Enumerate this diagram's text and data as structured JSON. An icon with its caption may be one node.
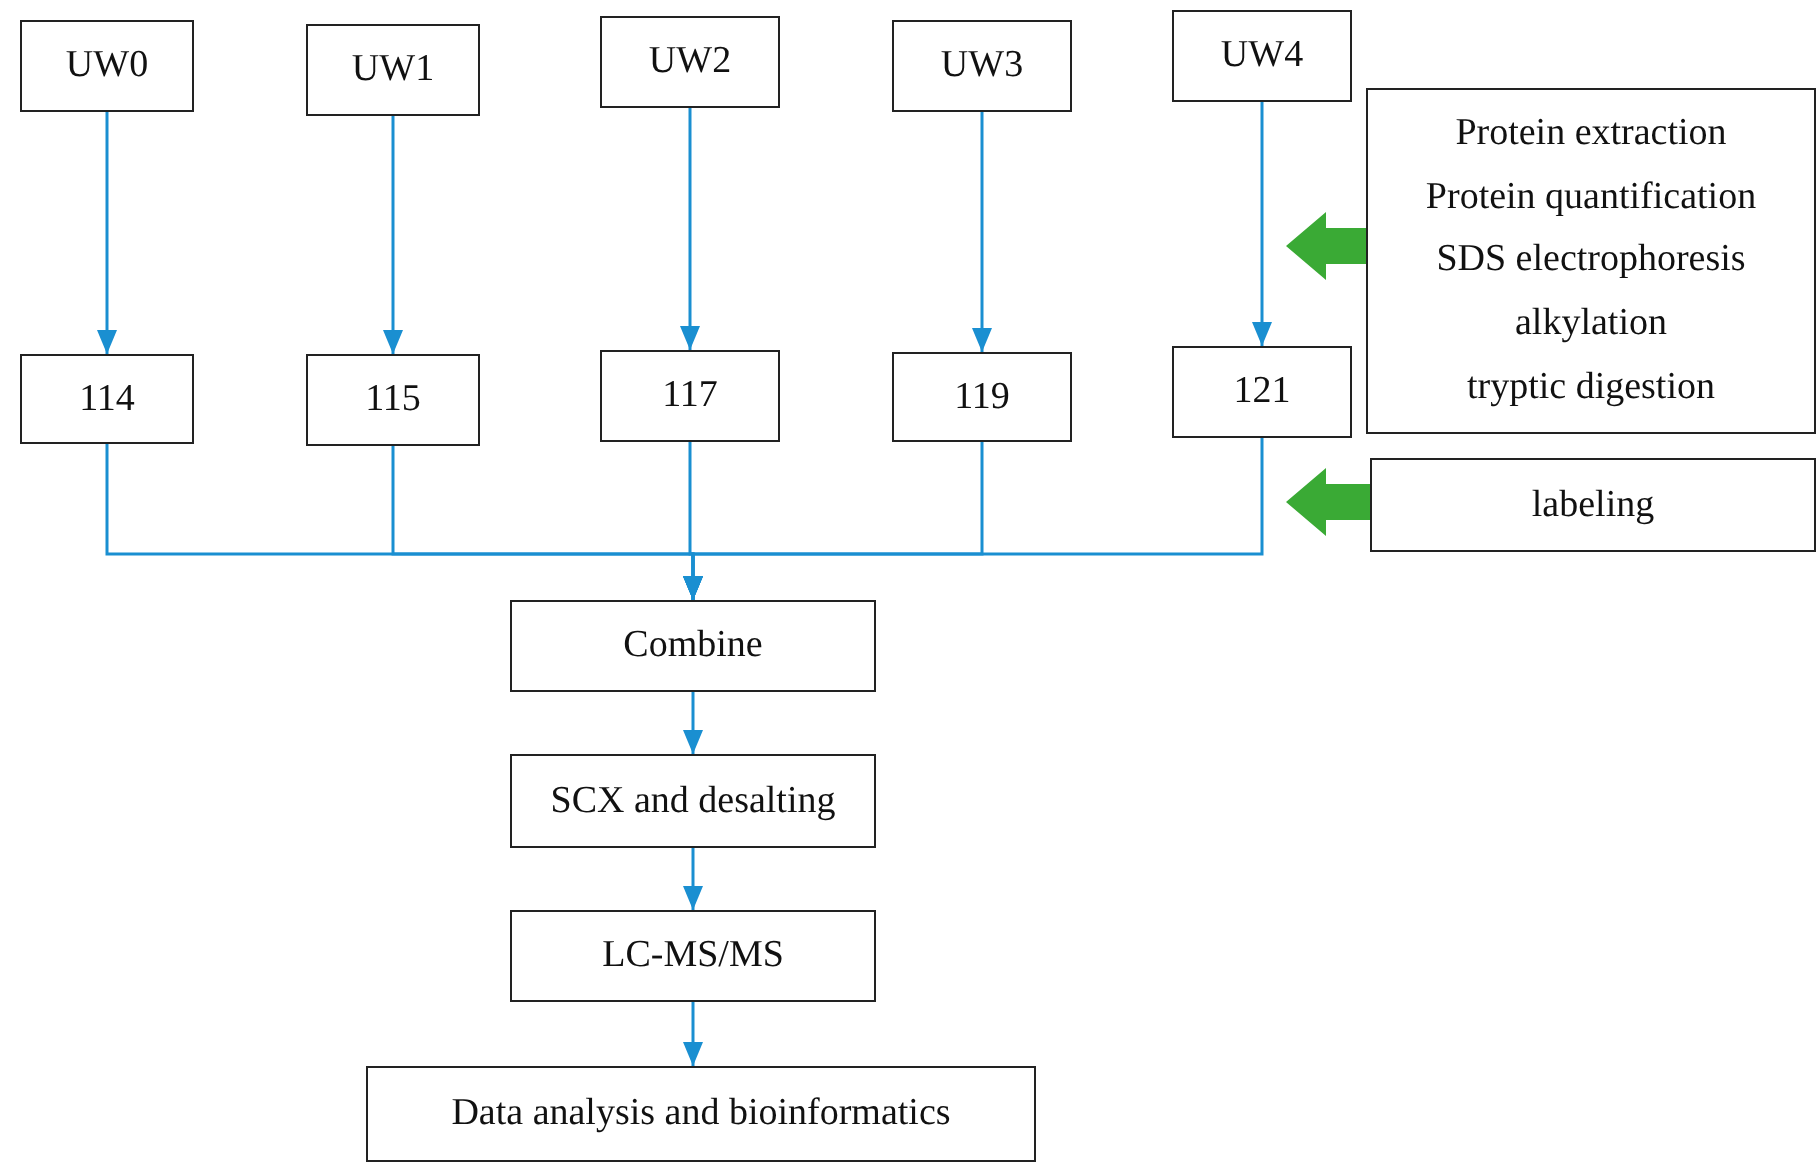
{
  "diagram": {
    "nodes": [
      {
        "text": [
          "UW0"
        ]
      },
      {
        "text": [
          "UW1"
        ]
      },
      {
        "text": [
          "UW2"
        ]
      },
      {
        "text": [
          "UW3"
        ]
      },
      {
        "text": [
          "UW4"
        ]
      },
      {
        "text": [
          "114"
        ]
      },
      {
        "text": [
          "115"
        ]
      },
      {
        "text": [
          "117"
        ]
      },
      {
        "text": [
          "119"
        ]
      },
      {
        "text": [
          "121"
        ]
      },
      {
        "text": [
          "Combine"
        ]
      },
      {
        "text": [
          "SCX and desalting"
        ]
      },
      {
        "text": [
          "LC-MS/MS"
        ]
      },
      {
        "text": [
          "Data analysis and bioinformatics"
        ]
      },
      {
        "text": [
          "Protein extraction",
          "Protein quantification",
          "SDS electrophoresis",
          "alkylation",
          "tryptic digestion"
        ]
      },
      {
        "text": [
          "labeling"
        ]
      }
    ],
    "edges": [
      {
        "from": 0,
        "to": 5,
        "arrow": "to"
      },
      {
        "from": 1,
        "to": 6,
        "arrow": "to"
      },
      {
        "from": 2,
        "to": 7,
        "arrow": "to"
      },
      {
        "from": 3,
        "to": 8,
        "arrow": "to"
      },
      {
        "from": 4,
        "to": 9,
        "arrow": "to"
      },
      {
        "from": 5,
        "to": 10,
        "arrow": "to"
      },
      {
        "from": 6,
        "to": 10,
        "arrow": "to"
      },
      {
        "from": 7,
        "to": 10,
        "arrow": "to"
      },
      {
        "from": 8,
        "to": 10,
        "arrow": "to"
      },
      {
        "from": 9,
        "to": 10,
        "arrow": "to"
      },
      {
        "from": 10,
        "to": 11,
        "arrow": "to"
      },
      {
        "from": 11,
        "to": 12,
        "arrow": "to"
      },
      {
        "from": 12,
        "to": 13,
        "arrow": "to"
      },
      {
        "from": 14,
        "to": null,
        "arrow": "to",
        "style": "thick",
        "color": "#3aaa35"
      },
      {
        "from": 15,
        "to": null,
        "arrow": "to",
        "style": "thick",
        "color": "#3aaa35"
      }
    ]
  }
}
